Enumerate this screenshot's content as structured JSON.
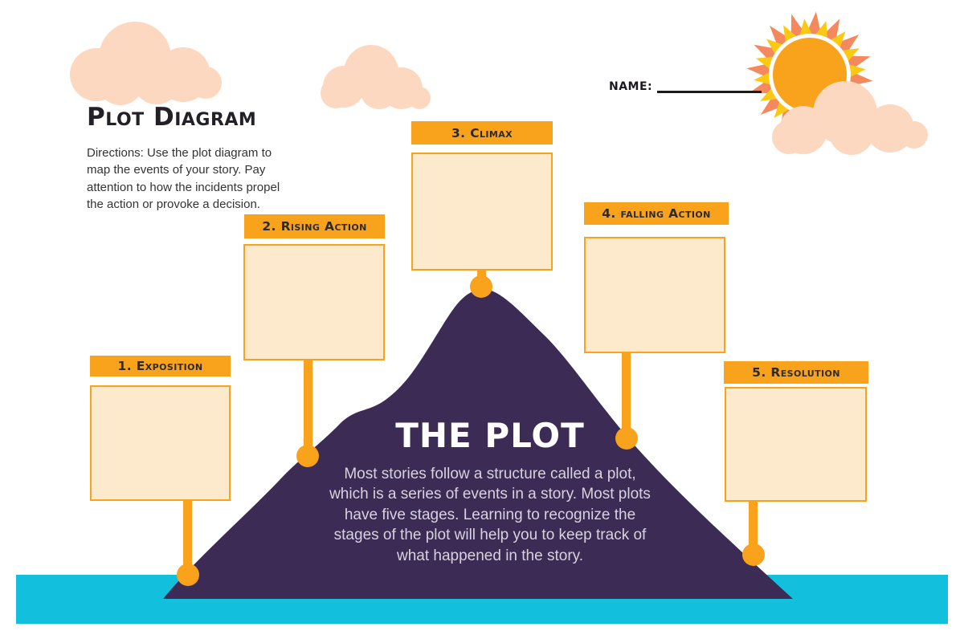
{
  "header": {
    "title": "Plot Diagram",
    "directions": "Directions: Use the plot diagram to map the events of your story. Pay attention to how the incidents propel the action or provoke a decision.",
    "name_label": "NAME:",
    "name_value": ""
  },
  "stages": [
    {
      "id": "exposition",
      "label": "1. Exposition",
      "value": ""
    },
    {
      "id": "rising-action",
      "label": "2. Rising Action",
      "value": ""
    },
    {
      "id": "climax",
      "label": "3. Climax",
      "value": ""
    },
    {
      "id": "falling-action",
      "label": "4. falling Action",
      "value": ""
    },
    {
      "id": "resolution",
      "label": "5. Resolution",
      "value": ""
    }
  ],
  "mountain": {
    "title": "THE PLOT",
    "description": "Most stories follow a structure called a plot, which is a series of events in a story. Most plots have five stages. Learning to recognize the stages of the plot will help you to keep track of what happened in the story."
  },
  "decorations": {
    "sun_icon": "sun-icon",
    "cloud_icons": [
      "cloud-icon-left",
      "cloud-icon-middle",
      "cloud-icon-right"
    ]
  },
  "colors": {
    "orange": "#F9A21C",
    "box_fill": "#FDE9CC",
    "purple": "#3B2B55",
    "cyan": "#12BFDD",
    "cloud": "#FBD8BF",
    "ray_yellow": "#FCC912",
    "ray_salmon": "#F5895E",
    "ink": "#232127"
  }
}
